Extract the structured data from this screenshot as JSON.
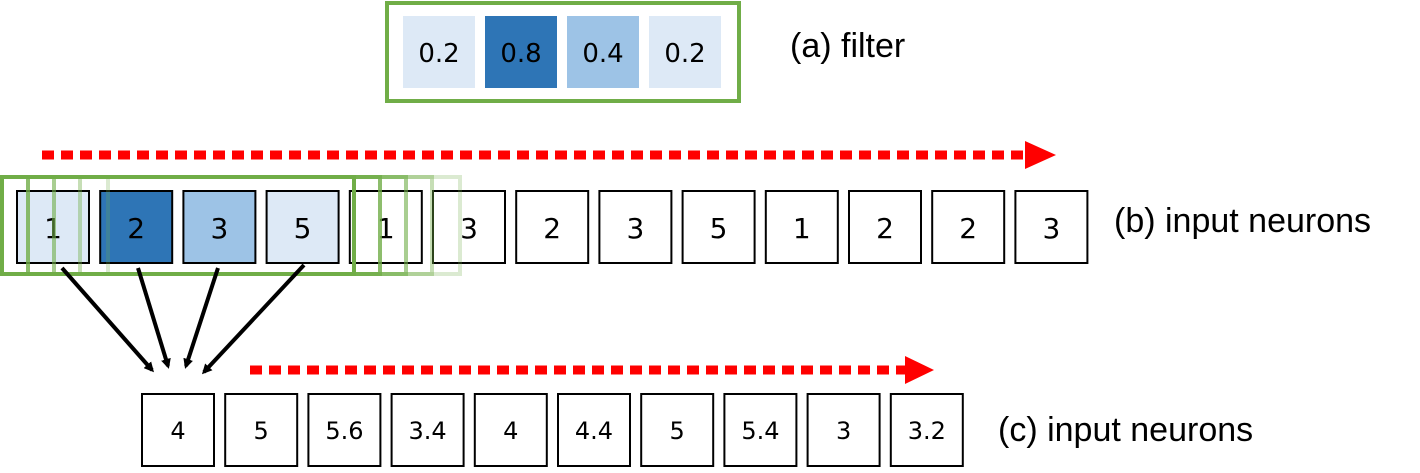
{
  "filter": {
    "caption": "(a) filter",
    "weights": [
      "0.2",
      "0.8",
      "0.4",
      "0.2"
    ],
    "cell_colors": [
      "#dde9f6",
      "#2e75b6",
      "#9dc3e6",
      "#dde9f6"
    ],
    "frame_color": "#70ad47"
  },
  "input_row": {
    "caption": "(b) input neurons",
    "values": [
      "1",
      "2",
      "3",
      "5",
      "1",
      "3",
      "2",
      "3",
      "5",
      "1",
      "2",
      "2",
      "3"
    ],
    "highlight_colors": [
      "#dde9f6",
      "#2e75b6",
      "#9dc3e6",
      "#dde9f6"
    ],
    "window_color": "#70ad47"
  },
  "output_row": {
    "caption": "(c) input neurons",
    "values": [
      "4",
      "5",
      "5.6",
      "3.4",
      "4",
      "4.4",
      "5",
      "5.4",
      "3",
      "3.2"
    ]
  },
  "arrow_color": "#000000",
  "slide_arrow_color": "#ff0000"
}
